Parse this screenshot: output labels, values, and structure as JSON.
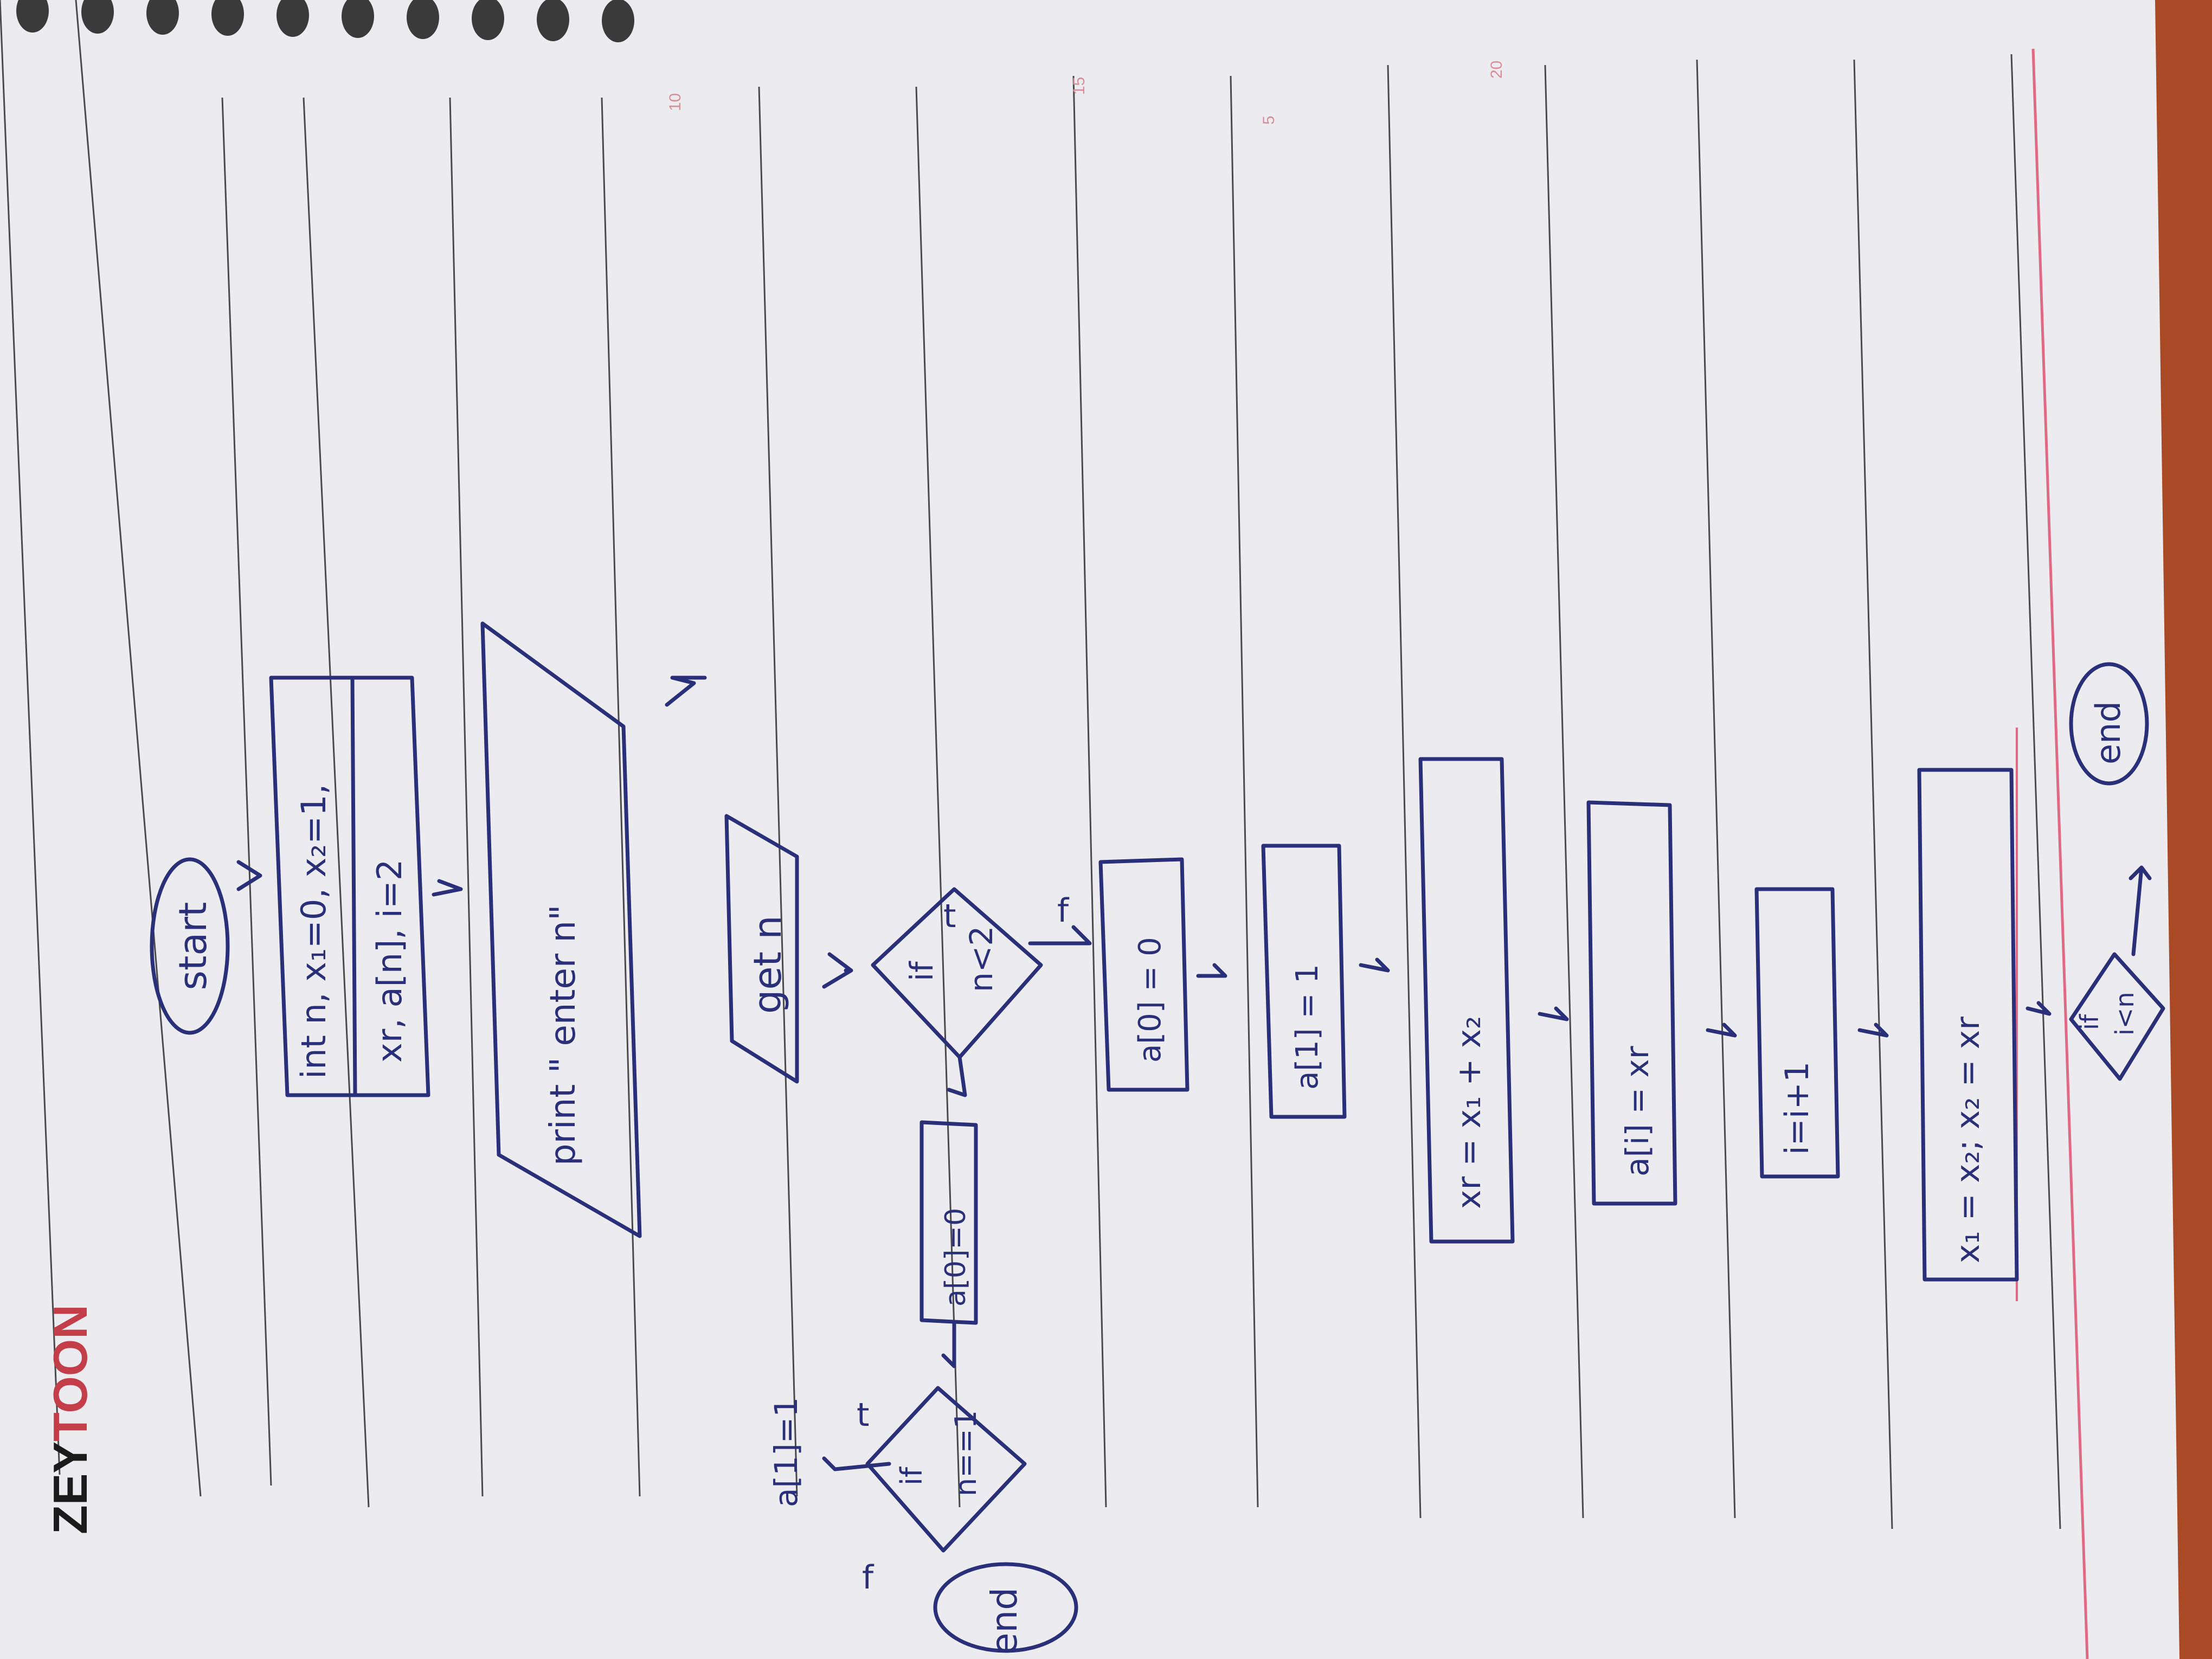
{
  "notebook": {
    "brand": {
      "part1": "ZEY",
      "part2": "TOON",
      "part1_color": "#1b1b1b",
      "part2_color": "#c43e4a"
    },
    "line_numbers": [
      "5",
      "10",
      "15",
      "20"
    ],
    "paper_color": "#ecebef",
    "margin_color": "#e06a86"
  },
  "flowchart": {
    "start": "start",
    "declare_line1": "int n, x₁=0, x₂=1,",
    "declare_line2": "xr, a[n], i=2",
    "print": "print \" enter n\"",
    "input": "get n",
    "cond_main": {
      "keyword": "if",
      "expr": "n<2"
    },
    "a0_zero_left": "a[0]=0",
    "a0_zero": "a[0] = 0",
    "a1_one": "a[1] = 1",
    "xr_sum": "xr = x₁ + x₂",
    "ai_assign": "a[i] = xr",
    "increment": "i=i+1",
    "shift": "x₁ = x₂; x₂ = xr",
    "cond_loop": {
      "keyword": "if",
      "expr": "i<n"
    },
    "cond_left": {
      "keyword": "if",
      "expr": "n==1"
    },
    "a1_left": "a[1]=1",
    "end_left": "end",
    "end_right": "end",
    "edge_t": "t",
    "edge_f": "f"
  }
}
